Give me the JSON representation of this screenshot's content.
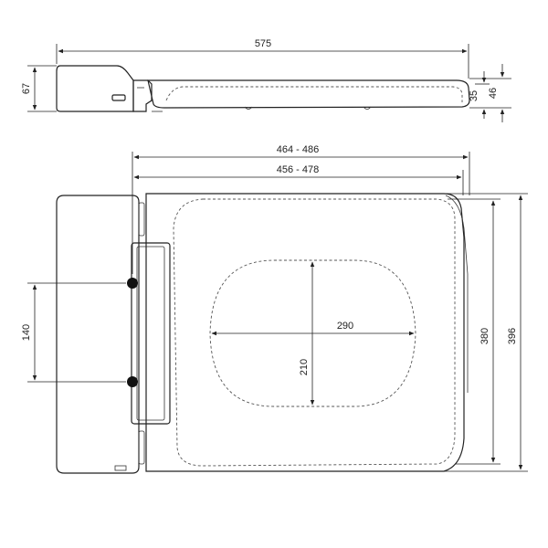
{
  "side_view": {
    "length": "575",
    "height_total": "67",
    "seat_height_outer": "46",
    "seat_height_inner": "35"
  },
  "top_view": {
    "outer_range": "464 - 486",
    "inner_range": "456 - 478",
    "hinge_spacing": "140",
    "opening_width": "290",
    "opening_depth": "210",
    "seat_width": "380",
    "total_width": "396"
  },
  "colors": {
    "line": "#222222",
    "hinge": "#111111"
  }
}
